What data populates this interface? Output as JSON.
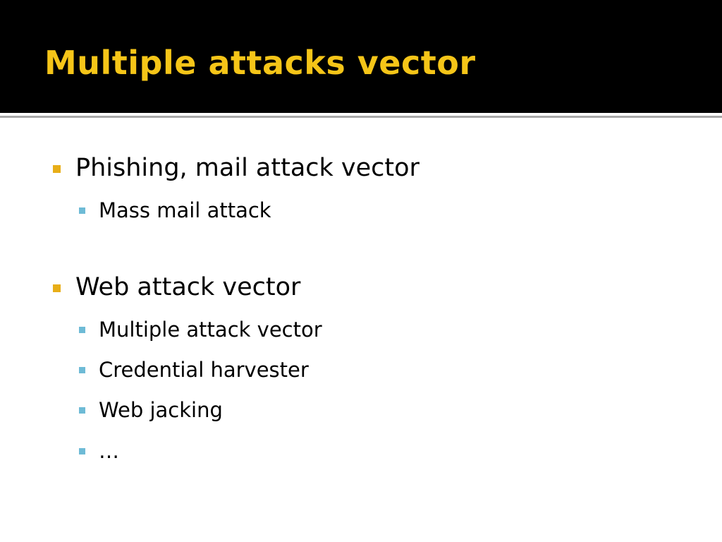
{
  "slide": {
    "title": "Multiple attacks vector",
    "colors": {
      "title_bar": "#000000",
      "title_text": "#f5c518",
      "level1_bullet": "#e8ae18",
      "level2_bullet": "#6ebbd6",
      "body_text": "#000000",
      "separator": "#a8a8a8"
    },
    "sections": [
      {
        "label": "Phishing, mail attack vector",
        "items": [
          "Mass mail attack"
        ]
      },
      {
        "label": "Web attack vector",
        "items": [
          "Multiple attack vector",
          "Credential harvester",
          "Web jacking",
          "…"
        ]
      }
    ]
  }
}
